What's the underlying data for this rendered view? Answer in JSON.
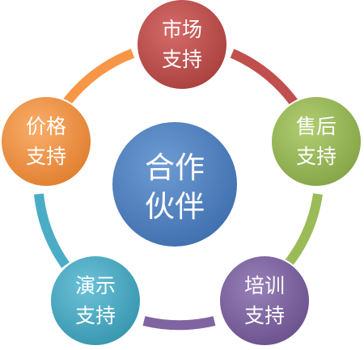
{
  "center": {
    "line1": "合作",
    "line2": "伙伴",
    "color": "#4F81BD"
  },
  "nodes": [
    {
      "id": "market",
      "line1": "市场",
      "line2": "支持",
      "color": "#C0504D"
    },
    {
      "id": "after-sales",
      "line1": "售后",
      "line2": "支持",
      "color": "#9BBB59"
    },
    {
      "id": "training",
      "line1": "培训",
      "line2": "支持",
      "color": "#8064A2"
    },
    {
      "id": "demo",
      "line1": "演示",
      "line2": "支持",
      "color": "#4BACC6"
    },
    {
      "id": "price",
      "line1": "价格",
      "line2": "支持",
      "color": "#F79646"
    }
  ]
}
